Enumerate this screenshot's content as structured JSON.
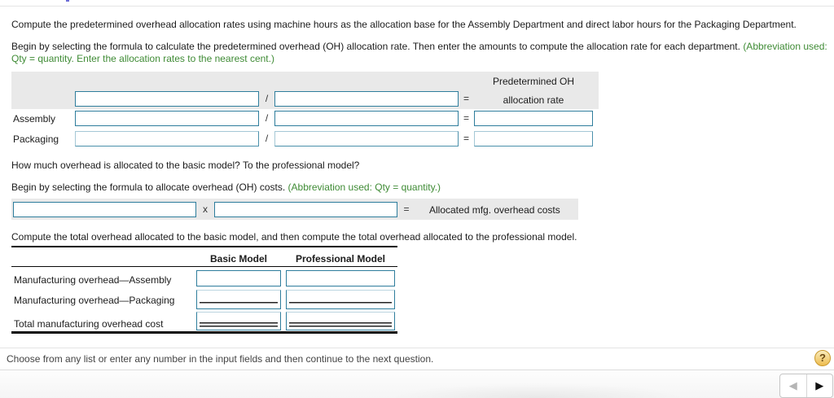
{
  "instructions": {
    "para1": "Compute the predetermined overhead allocation rates using machine hours as the allocation base for the Assembly Department and direct labor hours for the Packaging Department.",
    "para2_black": "Begin by selecting the formula to calculate the predetermined overhead (OH) allocation rate. Then enter the amounts to compute the allocation rate for each department.",
    "para2_green": "(Abbreviation used: Qty = quantity. Enter the allocation rates to the nearest cent.)"
  },
  "rate_table": {
    "header_line1": "Predetermined OH",
    "header_line2": "allocation rate",
    "rows": [
      {
        "label": "Assembly"
      },
      {
        "label": "Packaging"
      }
    ]
  },
  "question2": "How much overhead is allocated to the basic model? To the professional model?",
  "formula2": {
    "black": "Begin by selecting the formula to allocate overhead (OH) costs.",
    "green": "(Abbreviation used: Qty = quantity.)",
    "result_label": "Allocated mfg. overhead costs"
  },
  "para3": "Compute the total overhead allocated to the basic model, and then compute the total overhead allocated to the professional model.",
  "alloc_table": {
    "col1": "Basic Model",
    "col2": "Professional Model",
    "rows": [
      {
        "label": "Manufacturing overhead—Assembly"
      },
      {
        "label": "Manufacturing overhead—Packaging"
      },
      {
        "label": "Total manufacturing overhead cost"
      }
    ]
  },
  "symbols": {
    "divide": "/",
    "equals": "=",
    "multiply": "x"
  },
  "footer": {
    "prompt": "Choose from any list or enter any number in the input fields and then continue to the next question.",
    "help_icon": "?",
    "prev_icon": "◀",
    "next_icon": "▶"
  },
  "colors": {
    "accent_teal": "#2e7d9c",
    "instruction_green": "#3f8b35",
    "help_gold": "#eebc4e",
    "band_gray": "#e9e9e9"
  }
}
